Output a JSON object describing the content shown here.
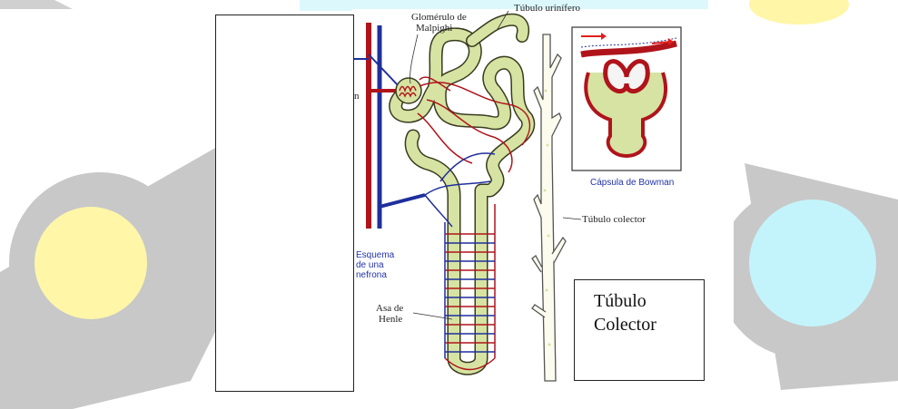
{
  "labels": {
    "glomerulo": [
      "Glomérulo de",
      "Malpighi"
    ],
    "tubulo_urinifero": "Túbulo urinífero",
    "left_cut": "n",
    "capsula": "Cápsula de Bowman",
    "tubulo_colector": "Túbulo colector",
    "esquema": [
      "Esquema",
      "de una",
      "nefrona"
    ],
    "asa": [
      "Asa de",
      "Henle"
    ]
  },
  "answer_box": {
    "lines": [
      "Túbulo",
      "Colector"
    ]
  },
  "colors": {
    "background": "#ffffff",
    "watermark_gray": "#c8c8c8",
    "watermark_yellow": "#fff6a8",
    "watermark_cyan": "#c4f4fb",
    "tubule": "#d6e3a2",
    "artery": "#b0141b",
    "vein": "#1f2f9c",
    "label_blue": "#2233aa"
  }
}
